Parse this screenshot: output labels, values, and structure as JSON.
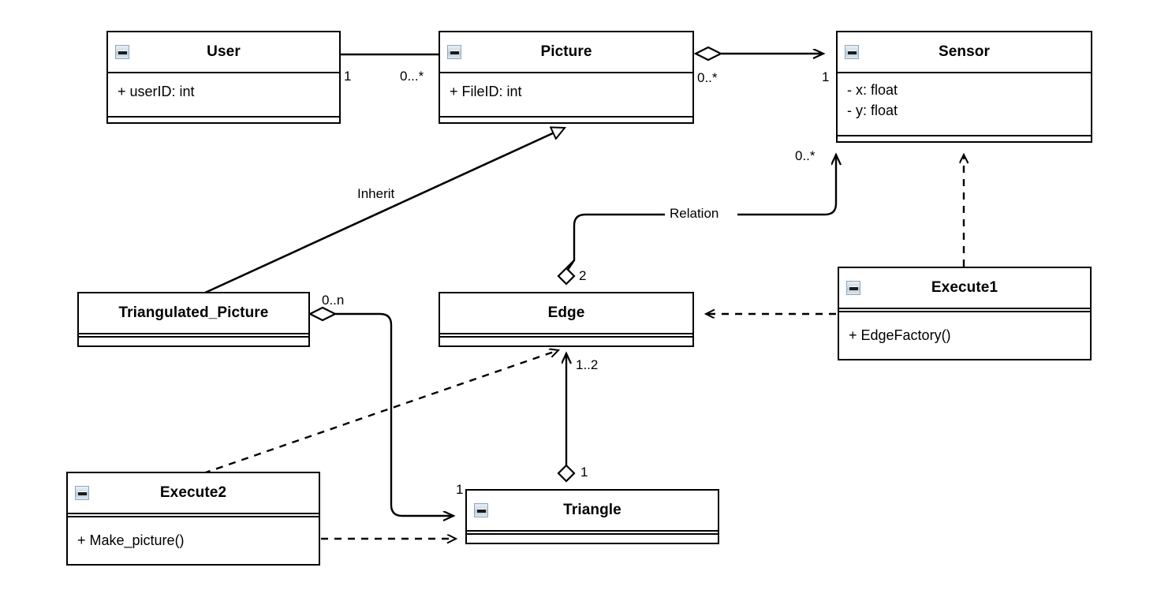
{
  "diagram": {
    "type": "uml-class-diagram",
    "background": "#ffffff",
    "stroke": "#000000",
    "icon_color": "#b4c7d9"
  },
  "classes": [
    {
      "id": "user",
      "name": "User",
      "has_icon": true,
      "attributes": [
        "+ userID: int"
      ],
      "operations": []
    },
    {
      "id": "picture",
      "name": "Picture",
      "has_icon": true,
      "attributes": [
        "+ FileID: int"
      ],
      "operations": []
    },
    {
      "id": "sensor",
      "name": "Sensor",
      "has_icon": true,
      "attributes": [
        "- x: float",
        "- y: float"
      ],
      "operations": []
    },
    {
      "id": "triangulated_picture",
      "name": "Triangulated_Picture",
      "has_icon": false,
      "attributes": [],
      "operations": []
    },
    {
      "id": "edge",
      "name": "Edge",
      "has_icon": false,
      "attributes": [],
      "operations": []
    },
    {
      "id": "execute1",
      "name": "Execute1",
      "has_icon": true,
      "attributes": [],
      "operations": [
        "+ EdgeFactory()"
      ]
    },
    {
      "id": "execute2",
      "name": "Execute2",
      "has_icon": true,
      "attributes": [],
      "operations": [
        "+ Make_picture()"
      ]
    },
    {
      "id": "triangle",
      "name": "Triangle",
      "has_icon": true,
      "attributes": [],
      "operations": []
    }
  ],
  "relationships": [
    {
      "id": "user-picture",
      "from": "User",
      "to": "Picture",
      "kind": "association",
      "label": "",
      "source_multiplicity": "1",
      "target_multiplicity": "0...*"
    },
    {
      "id": "picture-sensor",
      "from": "Picture",
      "to": "Sensor",
      "kind": "aggregation",
      "label": "",
      "source_multiplicity": "0..*",
      "target_multiplicity": "1"
    },
    {
      "id": "triangulated_picture-picture",
      "from": "Triangulated_Picture",
      "to": "Picture",
      "kind": "generalization",
      "label": "Inherit",
      "source_multiplicity": "",
      "target_multiplicity": ""
    },
    {
      "id": "edge-sensor",
      "from": "Edge",
      "to": "Sensor",
      "kind": "aggregation",
      "label": "Relation",
      "source_multiplicity": "2",
      "target_multiplicity": "0..*"
    },
    {
      "id": "triangulated_picture-triangle",
      "from": "Triangulated_Picture",
      "to": "Triangle",
      "kind": "aggregation",
      "label": "",
      "source_multiplicity": "0..n",
      "target_multiplicity": "1"
    },
    {
      "id": "triangle-edge",
      "from": "Triangle",
      "to": "Edge",
      "kind": "aggregation",
      "label": "",
      "source_multiplicity": "1",
      "target_multiplicity": "1..2"
    },
    {
      "id": "execute1-edge",
      "from": "Execute1",
      "to": "Edge",
      "kind": "dependency",
      "label": "",
      "source_multiplicity": "",
      "target_multiplicity": ""
    },
    {
      "id": "execute1-sensor",
      "from": "Execute1",
      "to": "Sensor",
      "kind": "dependency",
      "label": "",
      "source_multiplicity": "",
      "target_multiplicity": ""
    },
    {
      "id": "execute2-edge",
      "from": "Execute2",
      "to": "Edge",
      "kind": "dependency",
      "label": "",
      "source_multiplicity": "",
      "target_multiplicity": ""
    },
    {
      "id": "execute2-triangle",
      "from": "Execute2",
      "to": "Triangle",
      "kind": "dependency",
      "label": "",
      "source_multiplicity": "",
      "target_multiplicity": ""
    }
  ],
  "labels": {
    "inherit": "Inherit",
    "relation": "Relation",
    "user_mult": "1",
    "picture_mult": "0...*",
    "picture_sensor_src": "0..*",
    "sensor_mult_1": "1",
    "sensor_mult_many": "0..*",
    "edge_mult_2": "2",
    "edge_mult_12": "1..2",
    "tri_pic_mult": "0..n",
    "triangle_mult_left": "1",
    "triangle_mult_top": "1"
  }
}
